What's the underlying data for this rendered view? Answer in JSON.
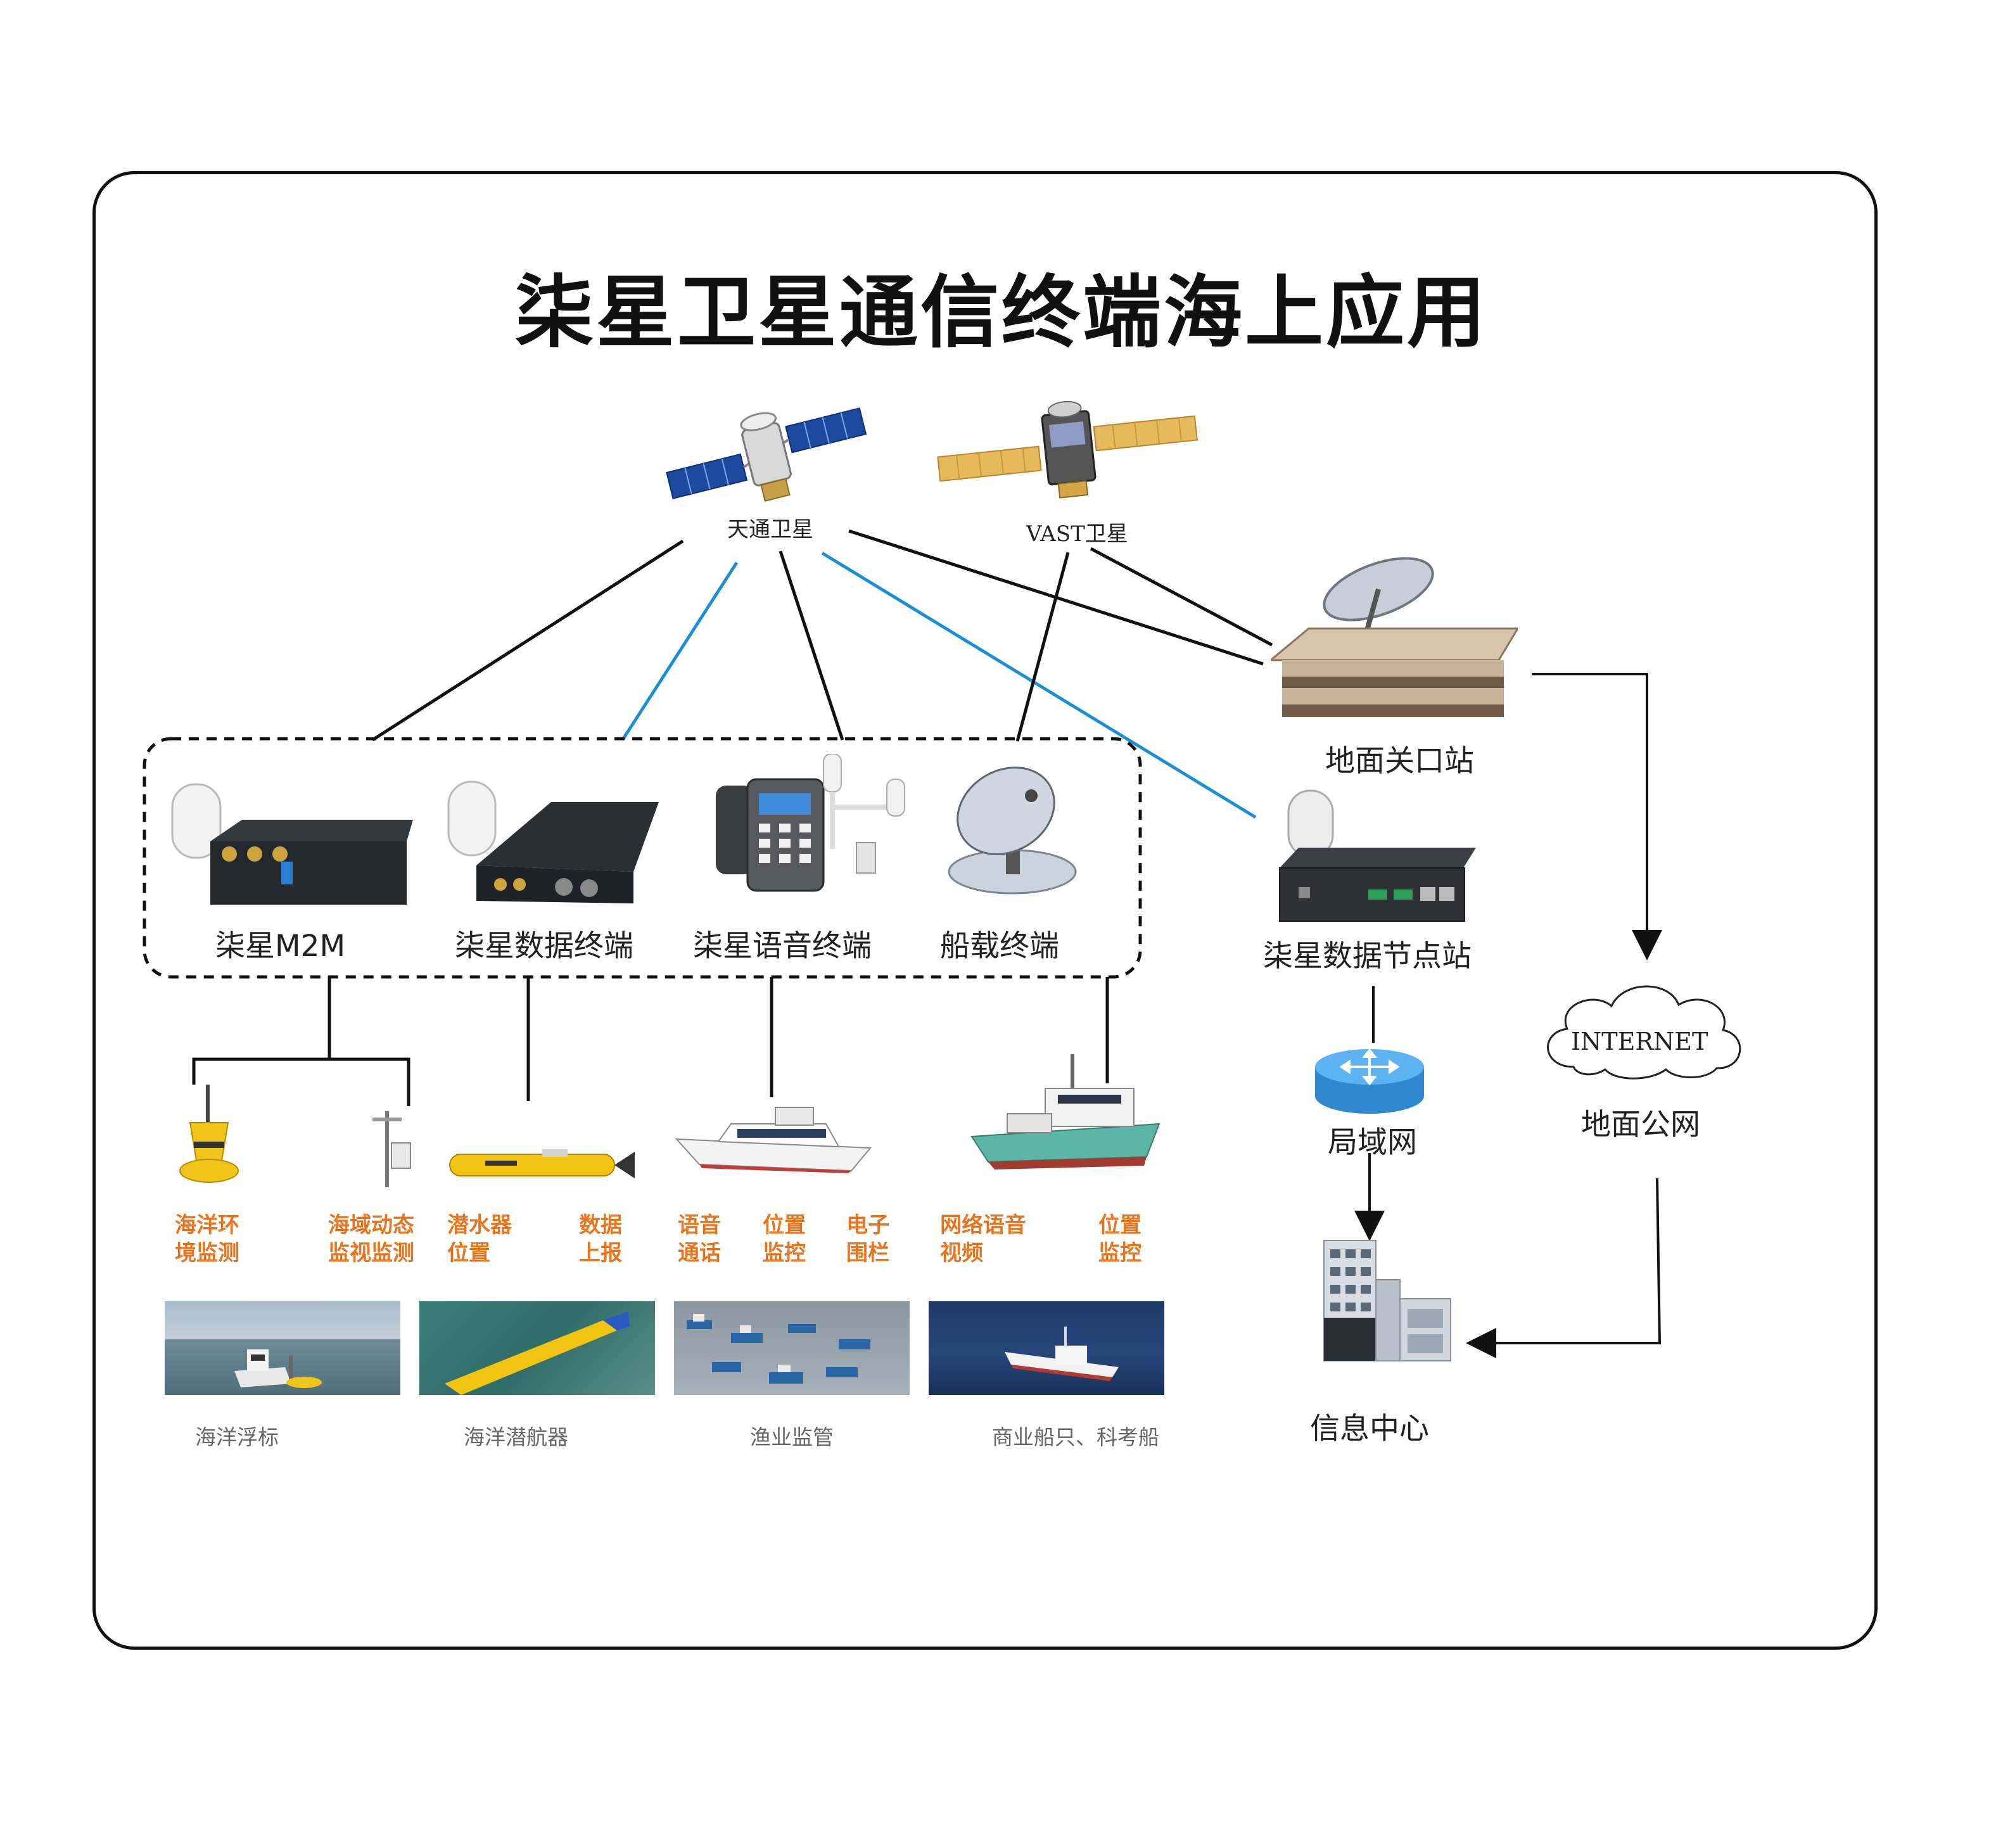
{
  "title": "柒星卫星通信终端海上应用",
  "satellites": [
    {
      "label": "天通卫星",
      "icon": "tiantong-satellite-icon"
    },
    {
      "label": "VAST卫星",
      "icon": "vast-satellite-icon"
    }
  ],
  "terminals": [
    {
      "label": "柒星M2M",
      "icon": "m2m-terminal-icon"
    },
    {
      "label": "柒星数据终端",
      "icon": "data-terminal-icon"
    },
    {
      "label": "柒星语音终端",
      "icon": "voice-terminal-icon"
    },
    {
      "label": "船载终端",
      "icon": "ship-terminal-icon"
    }
  ],
  "network": {
    "gateway": "地面关口站",
    "node_station": "柒星数据节点站",
    "lan": "局域网",
    "internet": "INTERNET",
    "public_net": "地面公网",
    "info_center": "信息中心"
  },
  "applications": [
    "海洋环\n境监测",
    "海域动态\n监视监测",
    "潜水器\n位置",
    "数据\n上报",
    "语音\n通话",
    "位置\n监控",
    "电子\n围栏",
    "网络语音\n视频",
    "位置\n监控"
  ],
  "scenarios": [
    "海洋浮标",
    "海洋潜航器",
    "渔业监管",
    "商业船只、科考船"
  ],
  "colors": {
    "line": "#111111",
    "blue_link": "#1b8fd6",
    "accent_orange": "#e8741d",
    "router_blue": "#3aa0e8"
  }
}
